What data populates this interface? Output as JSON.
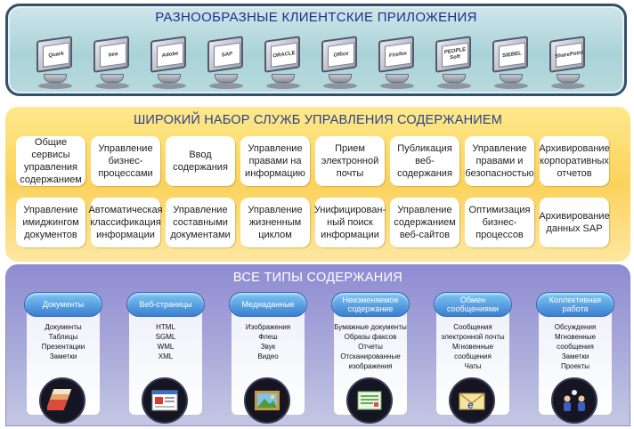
{
  "apps": {
    "title": "РАЗНООБРАЗНЫЕ КЛИЕНТСКИЕ ПРИЛОЖЕНИЯ",
    "logos": [
      "Quark",
      "bea",
      "Adobe",
      "SAP",
      "ORACLE",
      "Office",
      "Firefox",
      "PEOPLE Soft",
      "SIEBEL",
      "SharePoint"
    ]
  },
  "services": {
    "title": "ШИРОКИЙ НАБОР СЛУЖБ УПРАВЛЕНИЯ СОДЕРЖАНИЕМ",
    "row1": [
      [
        "Общие",
        "сервисы",
        "управления",
        "содержанием"
      ],
      [
        "Управление",
        "бизнес-",
        "процессами"
      ],
      [
        "Ввод",
        "содержания"
      ],
      [
        "Управление",
        "правами на",
        "информацию"
      ],
      [
        "Прием",
        "электронной",
        "почты"
      ],
      [
        "Публикация",
        "веб-",
        "содержания"
      ],
      [
        "Управление",
        "правами и",
        "безопасностью"
      ],
      [
        "Архивирование",
        "корпоративных",
        "отчетов"
      ]
    ],
    "row2": [
      [
        "Управление",
        "имиджингом",
        "документов"
      ],
      [
        "Автоматическая",
        "классификация",
        "информации"
      ],
      [
        "Управление",
        "составными",
        "документами"
      ],
      [
        "Управление",
        "жизненным",
        "циклом"
      ],
      [
        "Унифицирован-",
        "ный поиск",
        "информации"
      ],
      [
        "Управление",
        "содержанием",
        "веб-сайтов"
      ],
      [
        "Оптимизация",
        "бизнес-",
        "процессов"
      ],
      [
        "Архивирование",
        "данных SAP"
      ]
    ]
  },
  "types": {
    "title": "ВСЕ ТИПЫ СОДЕРЖАНИЯ",
    "columns": [
      {
        "label": [
          "Документы"
        ],
        "items": [
          "Документы",
          "Таблицы",
          "Презентации",
          "Заметки"
        ]
      },
      {
        "label": [
          "Веб-страницы"
        ],
        "items": [
          "HTML",
          "SGML",
          "WML",
          "XML"
        ]
      },
      {
        "label": [
          "Медиаданные"
        ],
        "items": [
          "Изображения",
          "Флеш",
          "Звук",
          "Видео"
        ]
      },
      {
        "label": [
          "Неизменяемое",
          "содержание"
        ],
        "items": [
          "Бумажные документы",
          "Образы факсов",
          "Отчеты",
          "Отсканированные",
          "изображения"
        ]
      },
      {
        "label": [
          "Обмен",
          "сообщениями"
        ],
        "items": [
          "Сообщения",
          "электронной почты",
          "Мгновенные",
          "сообщения",
          "Чаты"
        ]
      },
      {
        "label": [
          "Коллективная",
          "работа"
        ],
        "items": [
          "Обсуждения",
          "Мгновенные",
          "сообщения",
          "Заметки",
          "Проекты"
        ]
      }
    ]
  }
}
